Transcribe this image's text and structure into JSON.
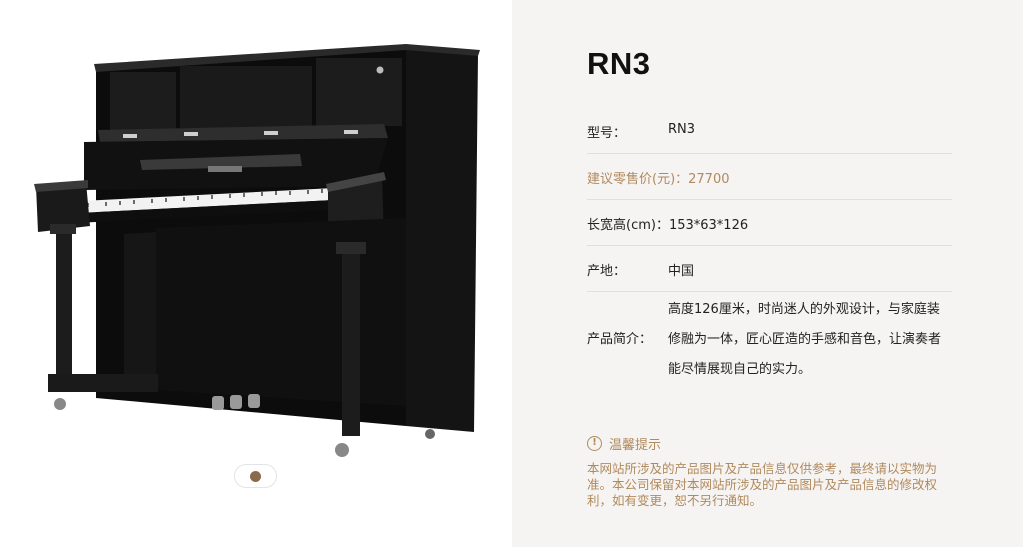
{
  "product": {
    "title": "RN3",
    "model_label": "型号：",
    "model_value": "RN3",
    "price_label": "建议零售价(元)：27700",
    "size_label": "长宽高(cm)：153*63*126",
    "origin_label": "产地：",
    "origin_value": "中国",
    "intro_label": "产品简介：",
    "intro_value": "高度126厘米，时尚迷人的外观设计，与家庭装修融为一体，匠心匠造的手感和音色，让演奏者能尽情展现自己的实力。"
  },
  "notice": {
    "icon": "exclamation-circle-icon",
    "title": "温馨提示",
    "text": "本网站所涉及的产品图片及产品信息仅供参考，最终请以实物为准。本公司保留对本网站所涉及的产品图片及产品信息的修改权利，如有变更，恕不另行通知。"
  },
  "gallery": {
    "image_subject": "black upright piano",
    "slides_total": 1,
    "active_slide": 1
  },
  "colors": {
    "accent": "#b08a5e",
    "panel_bg": "#f6f4f2",
    "divider": "#e2deda",
    "active_dot": "#8a6a4a"
  }
}
